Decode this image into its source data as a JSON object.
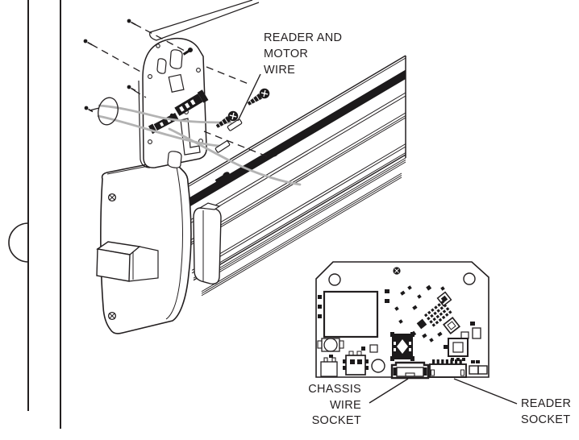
{
  "figure": {
    "type": "technical-exploded-diagram",
    "subject": "exit-device reader and motor wiring installation",
    "colors": {
      "background": "#ffffff",
      "line": "#231f20",
      "wire": "#b3b3b3",
      "component": "#1c1a1b"
    }
  },
  "labels": {
    "reader_motor_wire": {
      "lines": [
        "READER AND",
        "MOTOR",
        "WIRE"
      ]
    },
    "chassis_wire_socket": {
      "lines": [
        "CHASSIS",
        "WIRE",
        "SOCKET"
      ]
    },
    "reader_socket": {
      "lines": [
        "READER",
        "SOCKET"
      ]
    }
  }
}
